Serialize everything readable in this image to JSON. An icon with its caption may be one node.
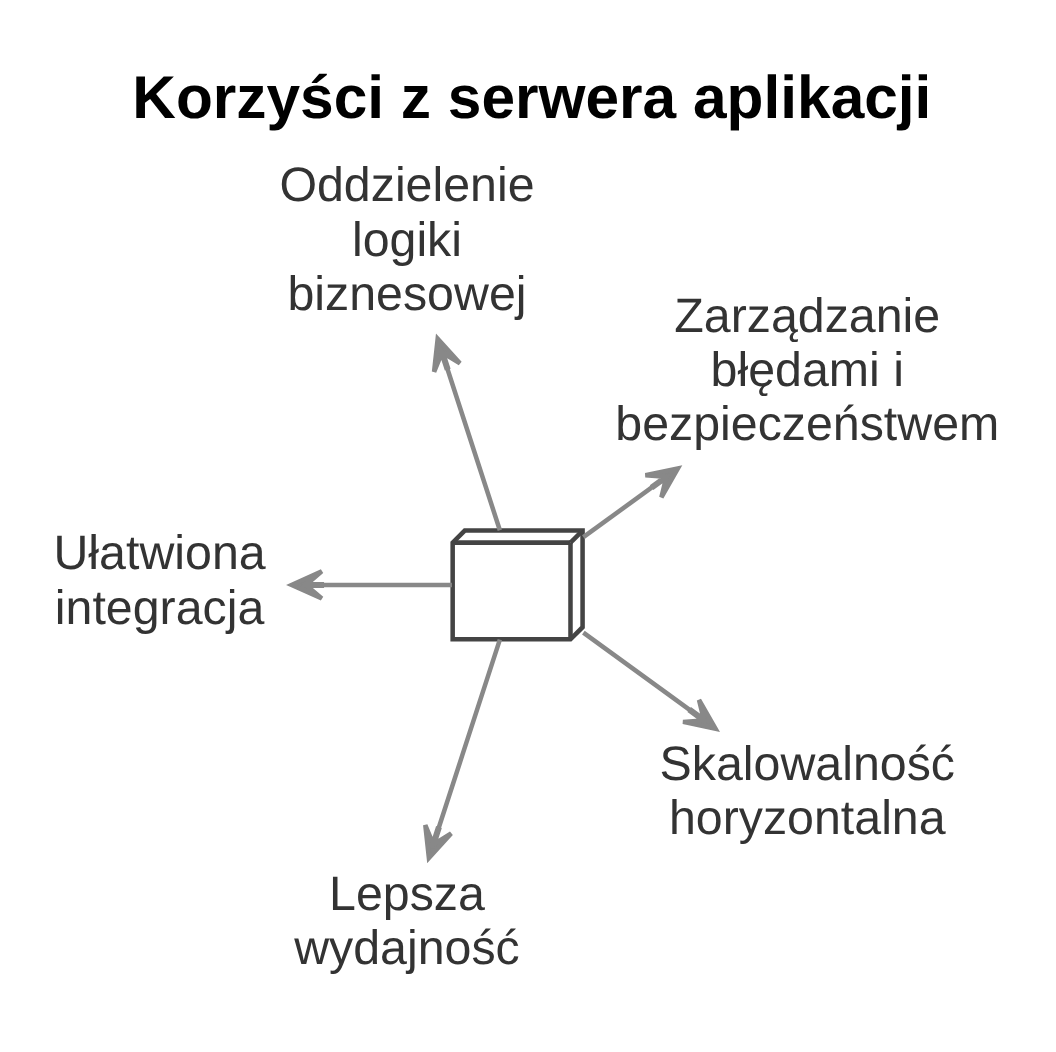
{
  "diagram": {
    "title": "Korzyści z serwera aplikacji",
    "nodes": [
      {
        "text": [],
        "shape": "computer"
      },
      {
        "text": [
          "Zarządzanie błędami i bezpieczeństwem"
        ]
      },
      {
        "text": [
          "Oddzielenie logiki biznesowej"
        ]
      },
      {
        "text": [
          "Ułatwiona integracja"
        ]
      },
      {
        "text": [
          "Lepsza wydajność"
        ]
      },
      {
        "text": [
          "Skalowalność horyzontalna"
        ]
      }
    ],
    "edges": [
      {
        "from": 0,
        "to": 1,
        "arrow": "to"
      },
      {
        "from": 0,
        "to": 2,
        "arrow": "to"
      },
      {
        "from": 0,
        "to": 3,
        "arrow": "to"
      },
      {
        "from": 0,
        "to": 4,
        "arrow": "to"
      },
      {
        "from": 0,
        "to": 5,
        "arrow": "to"
      }
    ]
  }
}
